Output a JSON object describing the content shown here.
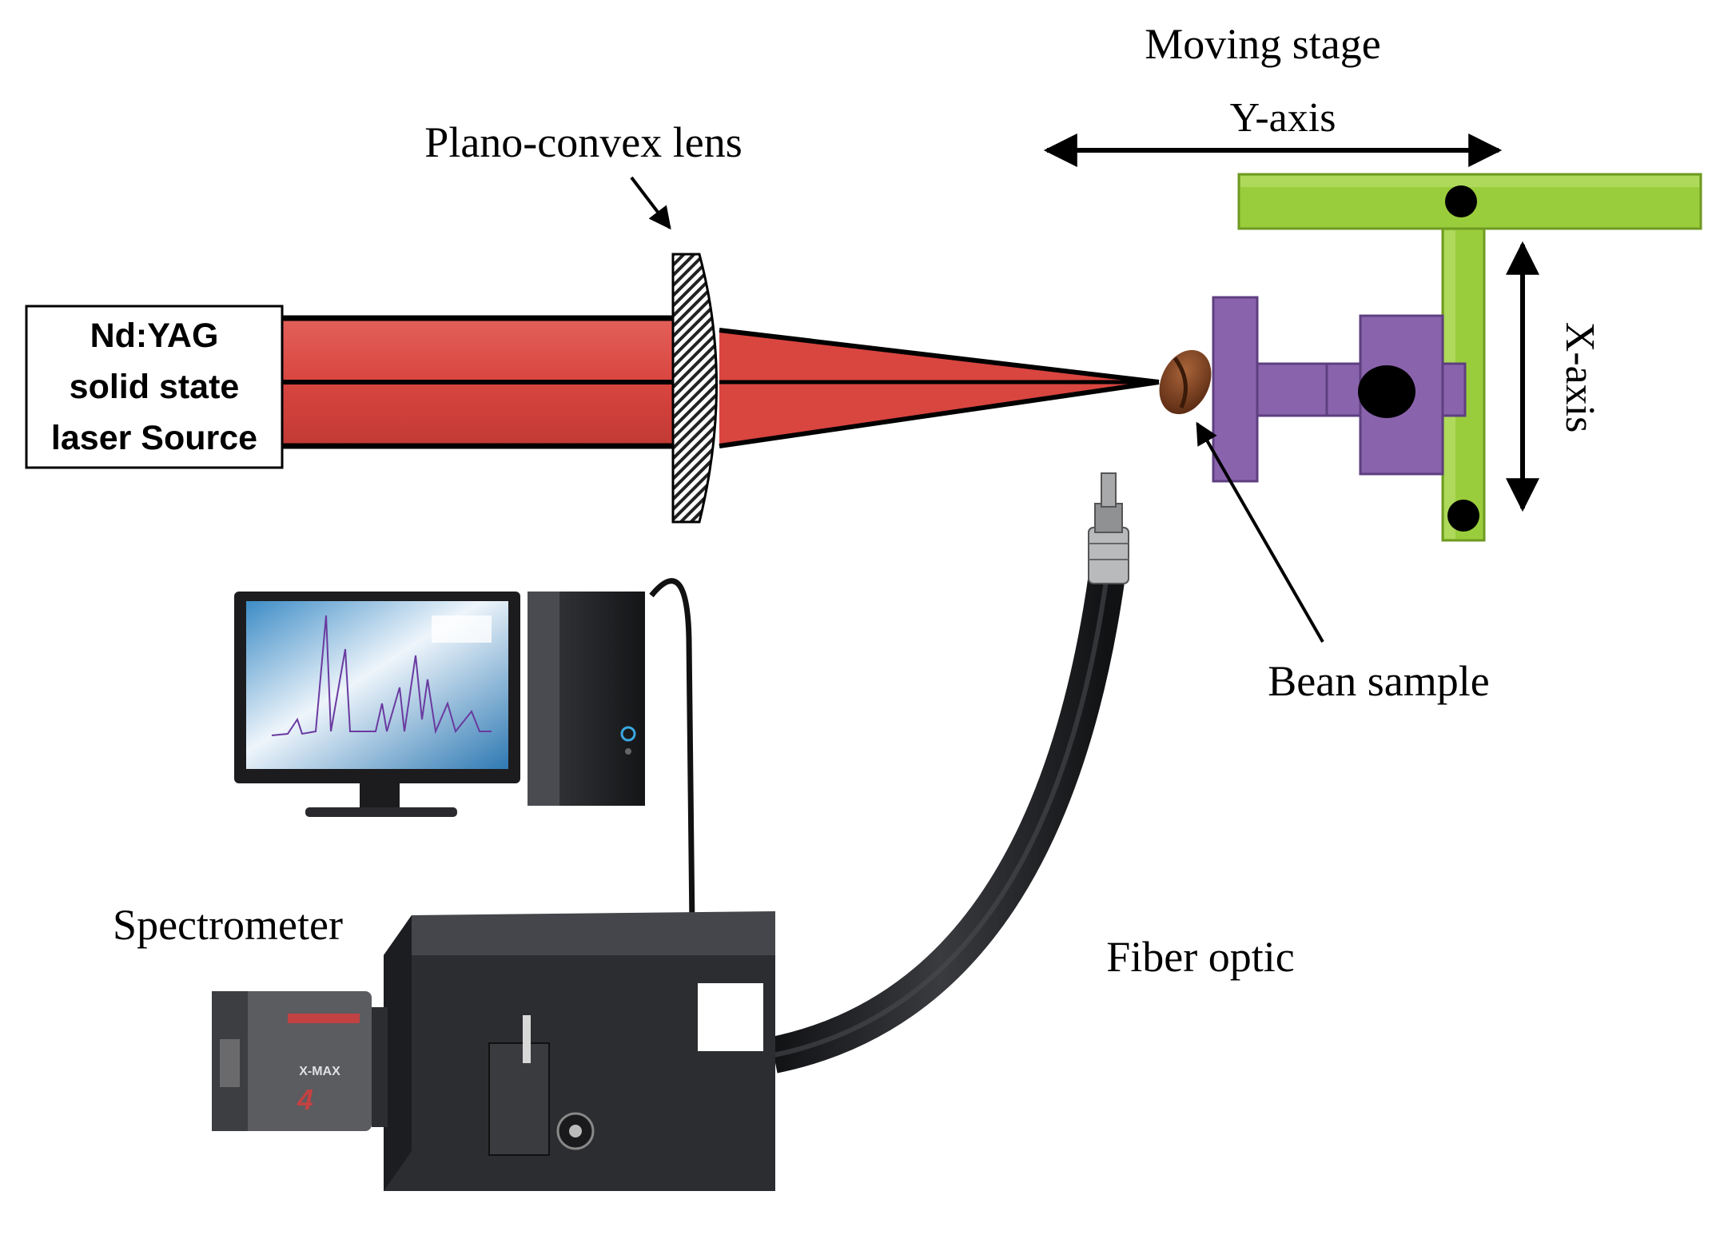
{
  "labels": {
    "laser_line1": "Nd:YAG",
    "laser_line2": "solid state",
    "laser_line3": "laser Source",
    "lens": "Plano-convex lens",
    "moving_stage": "Moving stage",
    "y_axis": "Y-axis",
    "x_axis": "X-axis",
    "bean_sample": "Bean sample",
    "spectrometer": "Spectrometer",
    "fiber_optic": "Fiber optic",
    "camera_brand": "X-MAX",
    "camera_model": "4"
  },
  "colors": {
    "beam_red": "#d9453f",
    "beam_dark": "#b8322e",
    "stage_green": "#9acd3c",
    "stage_green_dark": "#6f9a22",
    "holder_purple": "#8a63ad",
    "holder_purple_dark": "#5e3f80",
    "bean_brown": "#6b3418",
    "monitor_bezel": "#1c1c1f",
    "screen_blue": "#2f7fb9",
    "spectrometer_body": "#2c2d30",
    "fiber_black": "#1e1f22"
  }
}
